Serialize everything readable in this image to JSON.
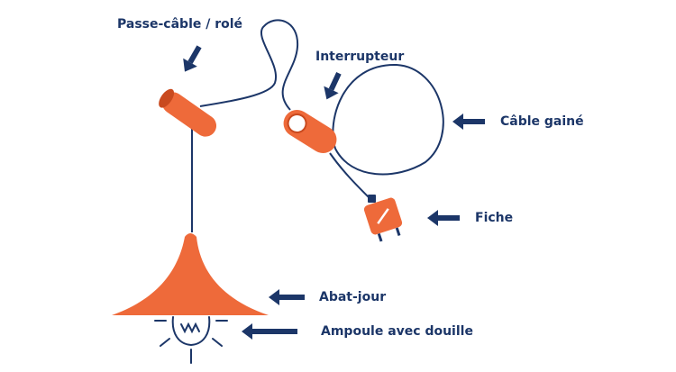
{
  "labels": {
    "passe_cable": "Passe-câble / rolé",
    "interrupteur": "Interrupteur",
    "cable_gaine": "Câble gainé",
    "fiche": "Fiche",
    "abat_jour": "Abat-jour",
    "ampoule": "Ampoule avec douille"
  },
  "colors": {
    "orange": "#ee6a3a",
    "orange_dark": "#c94a1f",
    "navy": "#1c3668",
    "background": "#ffffff"
  },
  "icons": {
    "arrow": "arrow-icon",
    "bulb": "bulb-icon",
    "plug": "plug-icon",
    "switch": "switch-icon"
  }
}
